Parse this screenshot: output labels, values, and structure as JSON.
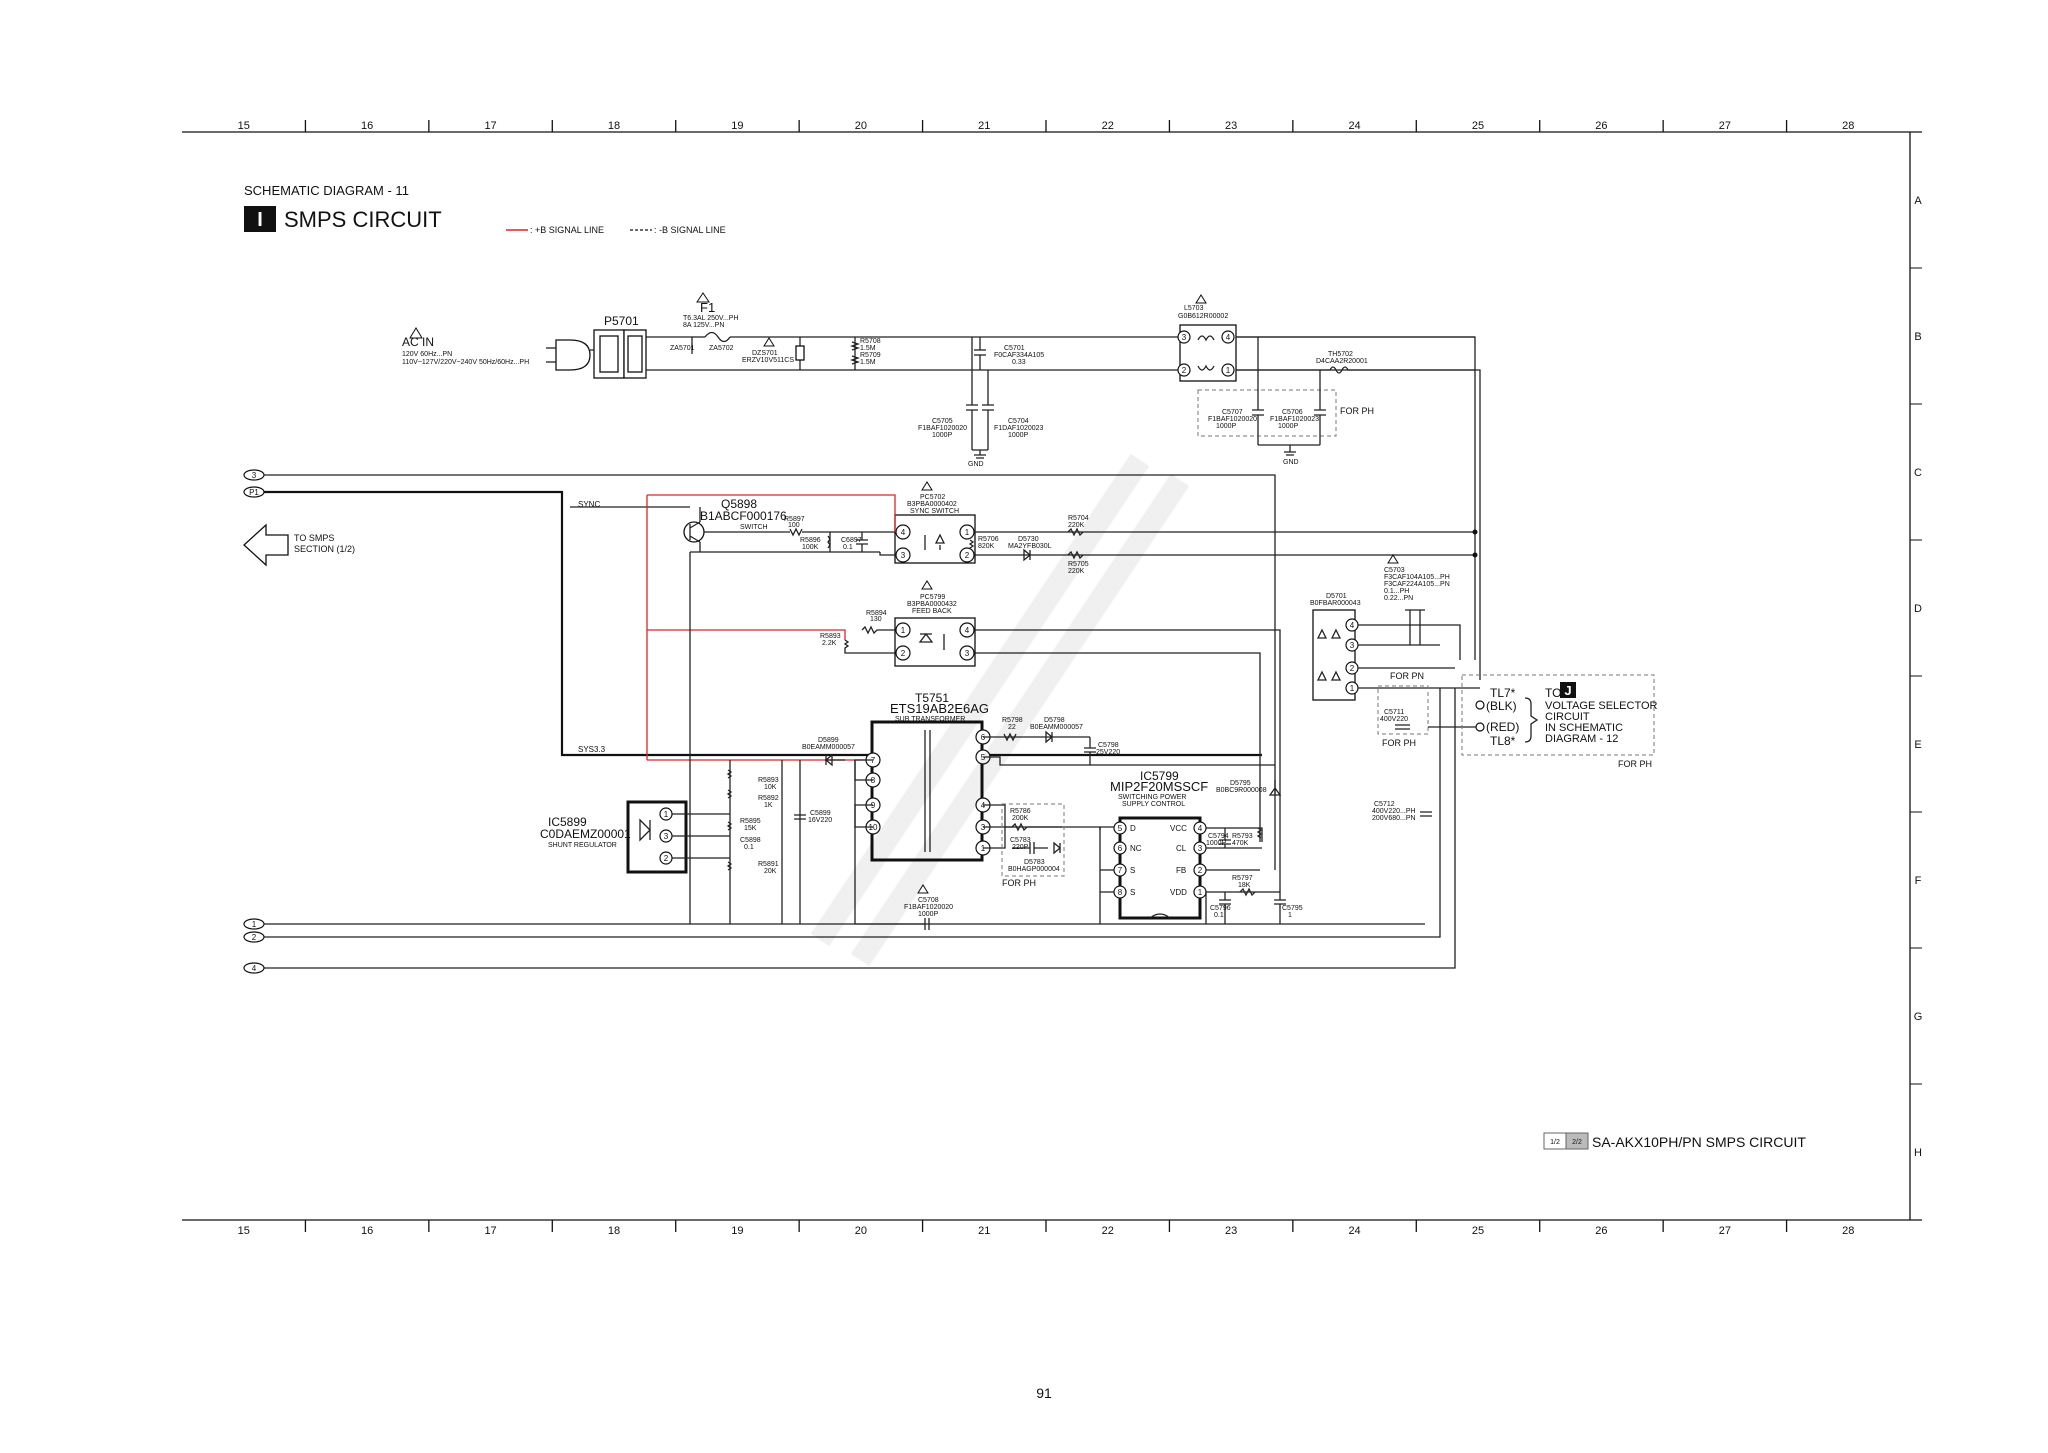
{
  "header": {
    "diagram_title": "SCHEMATIC DIAGRAM - 11",
    "section_letter": "I",
    "section_title": "SMPS CIRCUIT",
    "legend_b_plus": ": +B SIGNAL LINE",
    "legend_b_minus": ": -B SIGNAL LINE"
  },
  "grid": {
    "columns": [
      "15",
      "16",
      "17",
      "18",
      "19",
      "20",
      "21",
      "22",
      "23",
      "24",
      "25",
      "26",
      "27",
      "28"
    ],
    "rows": [
      "A",
      "B",
      "C",
      "D",
      "E",
      "F",
      "G",
      "H"
    ]
  },
  "connectors": {
    "pins_top": [
      "3",
      "P1"
    ],
    "pins_bottom": [
      "1",
      "2",
      "4"
    ],
    "to_smps_line1": "TO SMPS",
    "to_smps_line2": "SECTION (1/2)"
  },
  "net_labels": {
    "sync": "SYNC",
    "sys33": "SYS3.3"
  },
  "components": {
    "ac_in": {
      "title": "AC IN",
      "line1": "120V 60Hz...PN",
      "line2": "110V~127V/220V~240V 50Hz/60Hz...PH"
    },
    "p5701": {
      "ref": "P5701"
    },
    "f1": {
      "ref": "F1",
      "line1": "T6.3AL 250V...PH",
      "line2": "8A 125V...PN"
    },
    "za5701": {
      "ref": "ZA5701"
    },
    "za5702": {
      "ref": "ZA5702"
    },
    "dzs701": {
      "ref": "DZS701",
      "part": "ERZV10V511CS"
    },
    "r5708": {
      "ref": "R5708",
      "value": "1.5M"
    },
    "r5709": {
      "ref": "R5709",
      "value": "1.5M"
    },
    "c5701": {
      "ref": "C5701",
      "part": "F0CAF334A105",
      "value": "0.33"
    },
    "c5705": {
      "ref": "C5705",
      "part": "F1BAF1020020",
      "value": "1000P"
    },
    "c5704": {
      "ref": "C5704",
      "part": "F1DAF1020023",
      "value": "1000P"
    },
    "gnd1": "GND",
    "l5703": {
      "ref": "L5703",
      "part": "G0B612R00002"
    },
    "c5707": {
      "ref": "C5707",
      "part": "F1BAF1020020",
      "value": "1000P"
    },
    "c5706": {
      "ref": "C5706",
      "part": "F1BAF1020023",
      "value": "1000P"
    },
    "gnd2": "GND",
    "for_ph_top": "FOR PH",
    "th5702": {
      "ref": "TH5702",
      "part": "D4CAA2R20001"
    },
    "q5898": {
      "ref": "Q5898",
      "part": "B1ABCF000176",
      "role": "SWITCH"
    },
    "r5897": {
      "ref": "R5897",
      "value": "100"
    },
    "r5896": {
      "ref": "R5896",
      "value": "100K"
    },
    "c6897": {
      "ref": "C6897",
      "value": "0.1"
    },
    "pc5702": {
      "ref": "PC5702",
      "part": "B3PBA0000402",
      "role": "SYNC SWITCH"
    },
    "r5706": {
      "ref": "R5706",
      "value": "820K"
    },
    "d5730": {
      "ref": "D5730",
      "part": "MA2YFB030L"
    },
    "r5704": {
      "ref": "R5704",
      "value": "220K"
    },
    "r5705": {
      "ref": "R5705",
      "value": "220K"
    },
    "c5703": {
      "ref": "C5703",
      "line1": "F3CAF104A105...PH",
      "line2": "F3CAF224A105...PN",
      "line3": "0.1...PH",
      "line4": "0.22...PN"
    },
    "d5701": {
      "ref": "D5701",
      "part": "B0FBAR000043"
    },
    "for_pn": "FOR PN",
    "pc5799": {
      "ref": "PC5799",
      "part": "B3PBA0000432",
      "role": "FEED BACK"
    },
    "r5894": {
      "ref": "R5894",
      "value": "130"
    },
    "r5893_top": {
      "ref": "R5893",
      "value": "2.2K"
    },
    "t5751": {
      "ref": "T5751",
      "part": "ETS19AB2E6AG",
      "role": "SUB TRANSFORMER"
    },
    "d5899": {
      "ref": "D5899",
      "part": "B0EAMM000057"
    },
    "r5798": {
      "ref": "R5798",
      "value": "22"
    },
    "d5798": {
      "ref": "D5798",
      "part": "B0EAMM000057"
    },
    "c5798": {
      "ref": "C5798",
      "value": "25V220"
    },
    "r5893": {
      "ref": "R5893",
      "value": "10K"
    },
    "r5892": {
      "ref": "R5892",
      "value": "1K"
    },
    "r5895": {
      "ref": "R5895",
      "value": "15K"
    },
    "c5898": {
      "ref": "C5898",
      "value": "0.1"
    },
    "c5899": {
      "ref": "C5899",
      "value": "16V220"
    },
    "r5891": {
      "ref": "R5891",
      "value": "20K"
    },
    "ic5899": {
      "ref": "IC5899",
      "part": "C0DAEMZ00001",
      "role": "SHUNT REGULATOR"
    },
    "r5786": {
      "ref": "R5786",
      "value": "200K"
    },
    "c5783": {
      "ref": "C5783",
      "value": "220P"
    },
    "d5783": {
      "ref": "D5783",
      "part": "B0HAGP000004"
    },
    "for_ph_mid": "FOR PH",
    "ic5799": {
      "ref": "IC5799",
      "part": "MIP2F20MSSCF",
      "role1": "SWITCHING POWER",
      "role2": "SUPPLY CONTROL"
    },
    "ic5799_pins": [
      "D",
      "NC",
      "S",
      "S",
      "VCC",
      "CL",
      "FB",
      "VDD"
    ],
    "d5795": {
      "ref": "D5795",
      "part": "B0BC9R000008"
    },
    "c5794": {
      "ref": "C5794",
      "value": "1000P"
    },
    "r5793": {
      "ref": "R5793",
      "value": "470K"
    },
    "r5797": {
      "ref": "R5797",
      "value": "18K"
    },
    "c5796": {
      "ref": "C5796",
      "value": "0.1"
    },
    "c5795": {
      "ref": "C5795",
      "value": "1"
    },
    "c5708": {
      "ref": "C5708",
      "part": "F1BAF1020020",
      "value": "1000P"
    },
    "c5711": {
      "ref": "C5711",
      "value": "400V220"
    },
    "for_ph_c5711": "FOR PH",
    "c5712": {
      "ref": "C5712",
      "line1": "400V220...PH",
      "line2": "200V680...PN"
    },
    "tl7": {
      "ref": "TL7*",
      "color": "(BLK)"
    },
    "tl8": {
      "ref": "TL8*",
      "color": "(RED)"
    }
  },
  "callout": {
    "to": "TO",
    "letter": "J",
    "line1": "VOLTAGE SELECTOR",
    "line2": "CIRCUIT",
    "line3": "IN SCHEMATIC",
    "line4": "DIAGRAM - 12",
    "for_ph": "FOR PH"
  },
  "footer": {
    "page_a": "1/2",
    "page_b": "2/2",
    "caption": "SA-AKX10PH/PN SMPS CIRCUIT",
    "page_number": "91"
  },
  "colors": {
    "b_plus_line": "#d8262b",
    "ink": "#111111"
  }
}
